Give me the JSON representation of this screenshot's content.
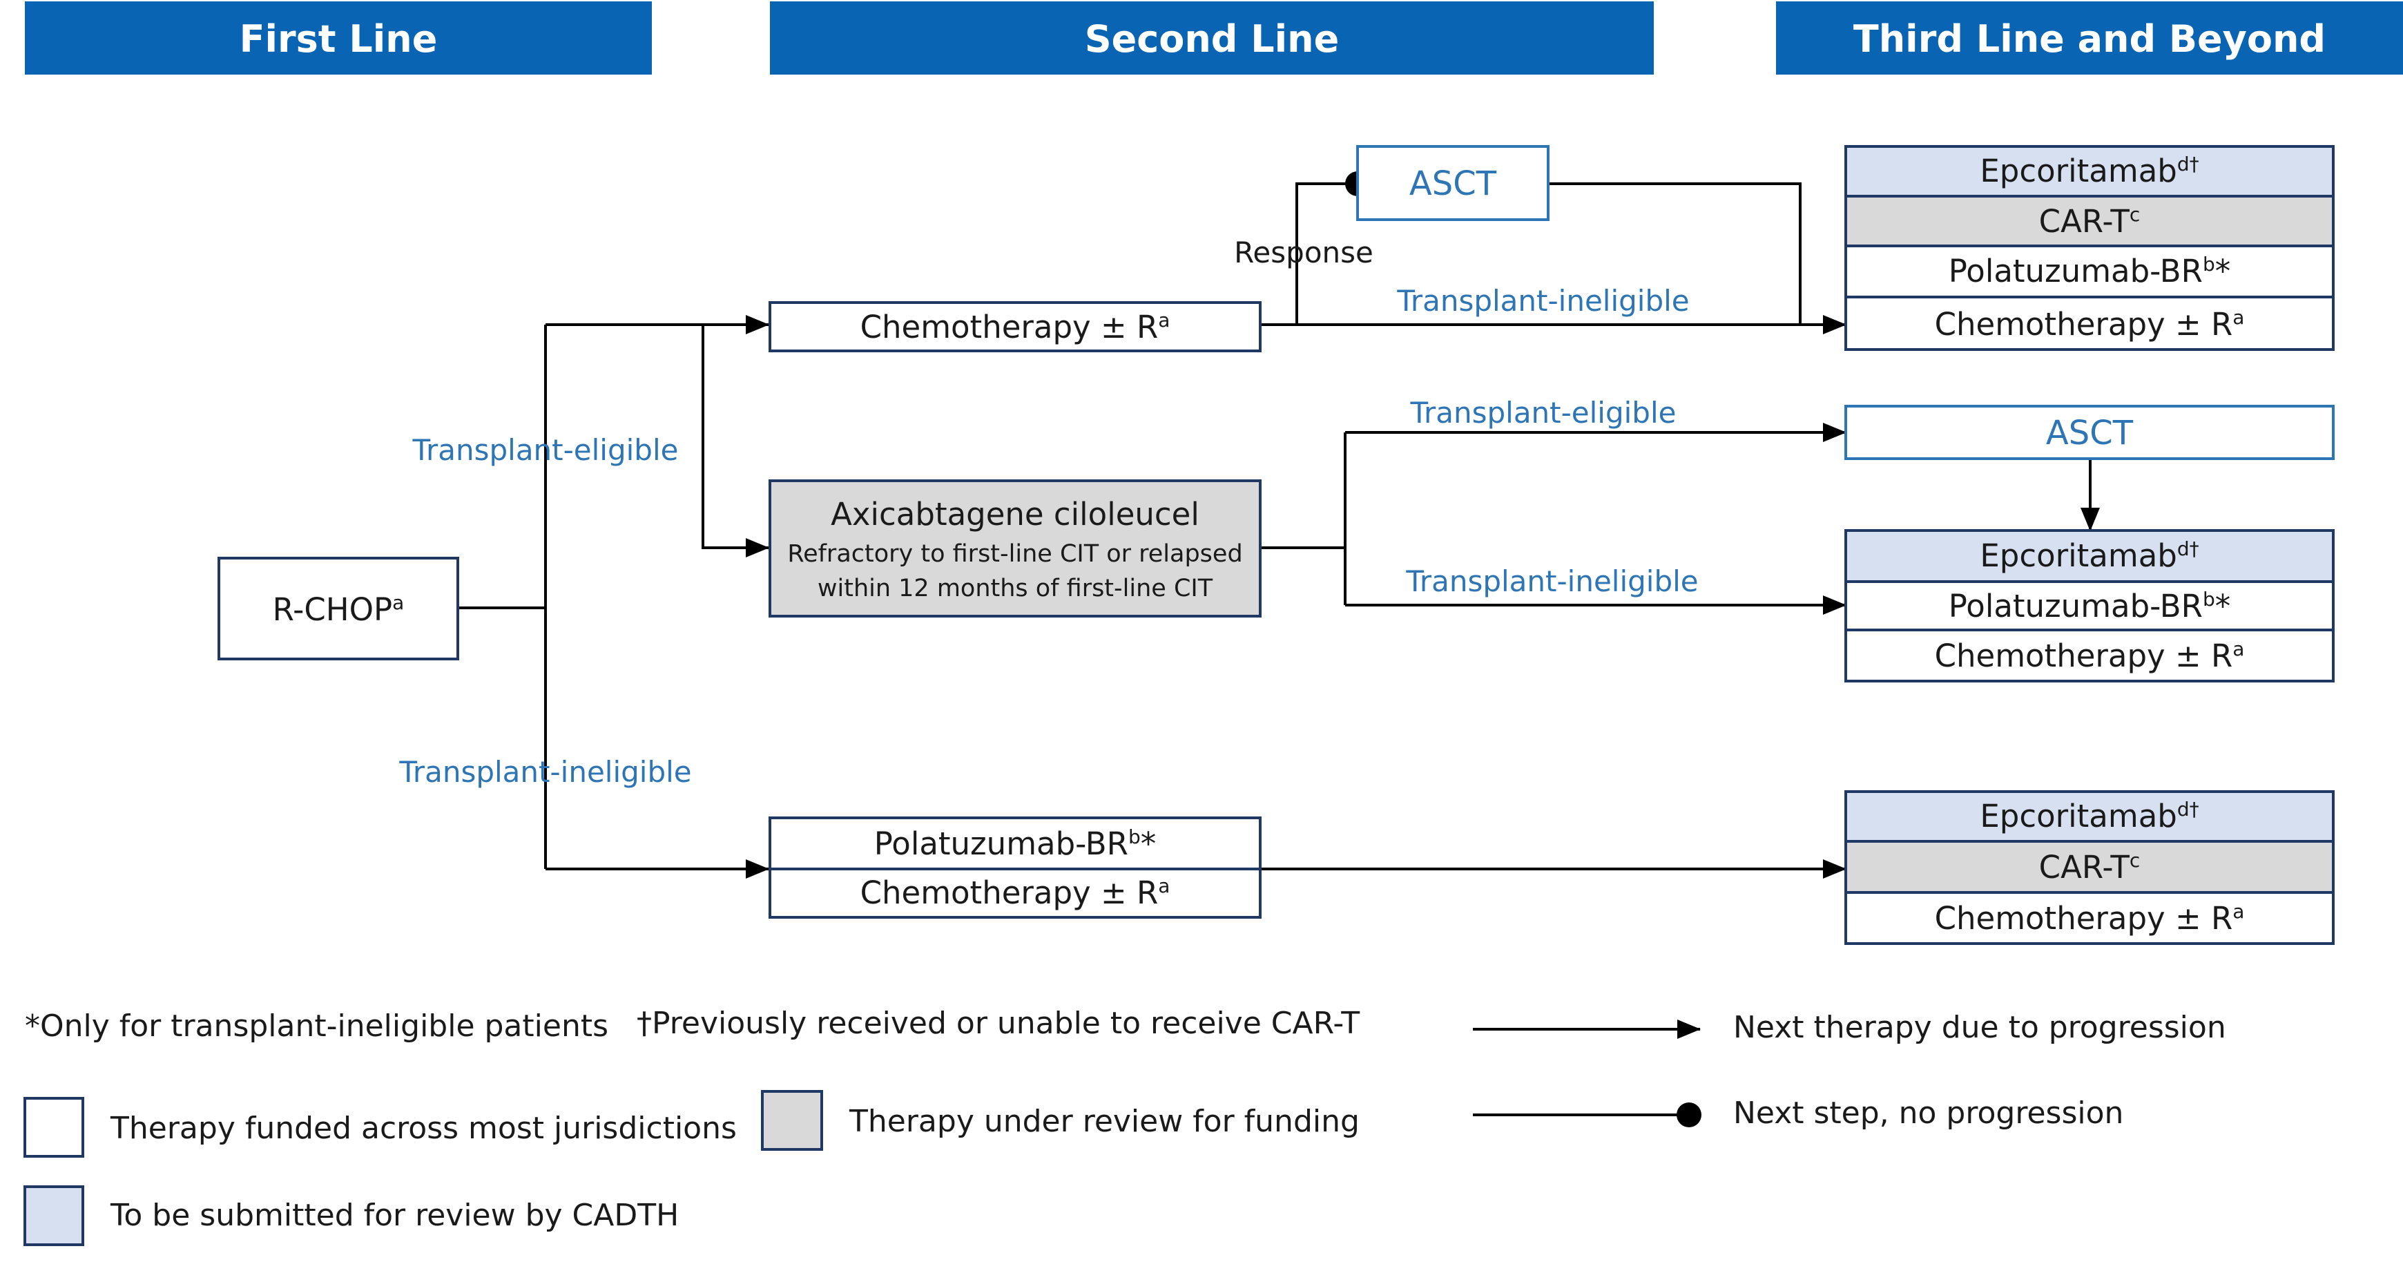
{
  "colors": {
    "header_bg": "#0a64b4",
    "funded_fill": "#ffffff",
    "review_fill": "#d9d9d9",
    "submit_fill": "#d6e0f0",
    "box_border": "#1f3864",
    "branch_text": "#2e75b6",
    "arrow": "#000000"
  },
  "headers": {
    "first_line": "First Line",
    "second_line": "Second Line",
    "third_line": "Third Line and Beyond"
  },
  "first_line": {
    "rchop": {
      "text": "R-CHOP",
      "sup": "a"
    }
  },
  "branches": {
    "transplant_eligible": "Transplant-eligible",
    "transplant_ineligible": "Transplant-ineligible",
    "response": "Response"
  },
  "second_line": {
    "chemo_top": {
      "text": "Chemotherapy ± R",
      "sup": "a"
    },
    "asct_top": "ASCT",
    "axicabtagene": {
      "title": "Axicabtagene ciloleucel",
      "line1": "Refractory to first-line CIT or relapsed",
      "line2": "within 12 months of first-line CIT"
    },
    "pola_bottom": {
      "text": "Polatuzumab-BR",
      "sup": "b",
      "suffix": "*"
    },
    "chemo_bottom": {
      "text": "Chemotherapy ± R",
      "sup": "a"
    }
  },
  "third_line": {
    "group1": [
      {
        "text": "Epcoritamab",
        "sup": "d†",
        "suffix": ""
      },
      {
        "text": "CAR-T",
        "sup": "c",
        "suffix": ""
      },
      {
        "text": "Polatuzumab-BR",
        "sup": "b",
        "suffix": "*"
      },
      {
        "text": "Chemotherapy ± R",
        "sup": "a",
        "suffix": ""
      }
    ],
    "asct_mid": "ASCT",
    "group2": [
      {
        "text": "Epcoritamab",
        "sup": "d†",
        "suffix": ""
      },
      {
        "text": "Polatuzumab-BR",
        "sup": "b",
        "suffix": "*"
      },
      {
        "text": "Chemotherapy ± R",
        "sup": "a",
        "suffix": ""
      }
    ],
    "group3": [
      {
        "text": "Epcoritamab",
        "sup": "d†",
        "suffix": ""
      },
      {
        "text": "CAR-T",
        "sup": "c",
        "suffix": ""
      },
      {
        "text": "Chemotherapy ± R",
        "sup": "a",
        "suffix": ""
      }
    ]
  },
  "footnotes": {
    "star": "*Only for transplant-ineligible patients",
    "dagger": "†Previously received or unable to receive CAR-T"
  },
  "legend": {
    "funded": "Therapy funded across most jurisdictions",
    "review": "Therapy under review for funding",
    "submit": "To be submitted for review by CADTH",
    "progression": "Next therapy due to progression",
    "no_progression": "Next step, no progression"
  }
}
